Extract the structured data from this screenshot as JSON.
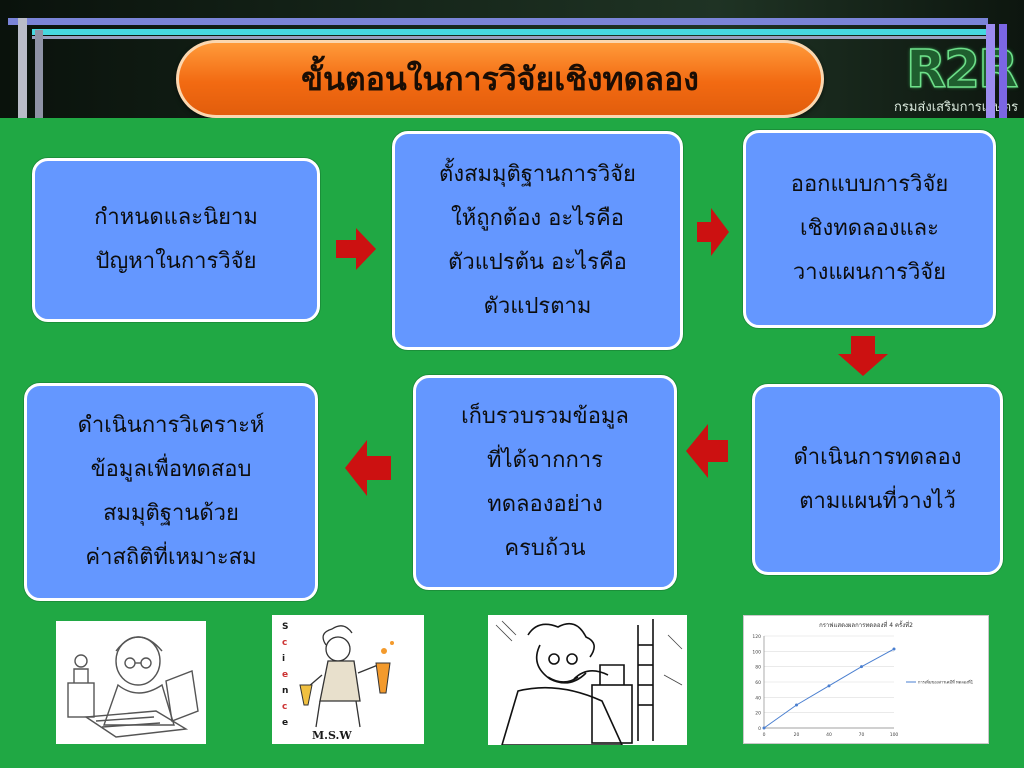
{
  "title": "ขั้นตอนในการวิจัยเชิงทดลอง",
  "logo": {
    "mark": "R2R",
    "subtitle": "กรมส่งเสริมการเกษตร"
  },
  "steps": [
    {
      "label": "กำหนดและนิยาม\nปัญหาในการวิจัย"
    },
    {
      "label": "ตั้งสมมุติฐานการวิจัย\nให้ถูกต้อง อะไรคือ\nตัวแปรต้น อะไรคือ\nตัวแปรตาม"
    },
    {
      "label": "ออกแบบการวิจัย\nเชิงทดลองและ\nวางแผนการวิจัย"
    },
    {
      "label": "ดำเนินการทดลอง\nตามแผนที่วางไว้"
    },
    {
      "label": "เก็บรวบรวมข้อมูล\nที่ได้จากการ\nทดลองอย่าง\nครบถ้วน"
    },
    {
      "label": "ดำเนินการวิเคราะห์\nข้อมูลเพื่อทดสอบ\nสมมุติฐานด้วย\nค่าสถิติที่เหมาะสม"
    }
  ],
  "images": {
    "science_caption": "M.S.W",
    "science_word": "Science"
  },
  "chart_data": {
    "type": "line",
    "title": "กราฟแสดงผลการทดลองที่ 4 ครั้งที่2",
    "x": [
      0,
      20,
      40,
      70,
      100
    ],
    "series": [
      {
        "name": "การเพิ่มของสารเคมีที่ ทดลองที่1",
        "values": [
          0,
          30,
          55,
          80,
          103
        ]
      }
    ],
    "ylim": [
      0,
      120
    ],
    "yticks": [
      0,
      20,
      40,
      60,
      80,
      100,
      120
    ],
    "xticks": [
      "0",
      "20",
      "40",
      "70",
      "100"
    ],
    "colors": {
      "line": "#4a7fd0"
    }
  },
  "colors": {
    "box_fill": "#6497ff",
    "canvas": "#20a844",
    "arrow": "#cc1111",
    "title_fill": "#f26a12"
  }
}
